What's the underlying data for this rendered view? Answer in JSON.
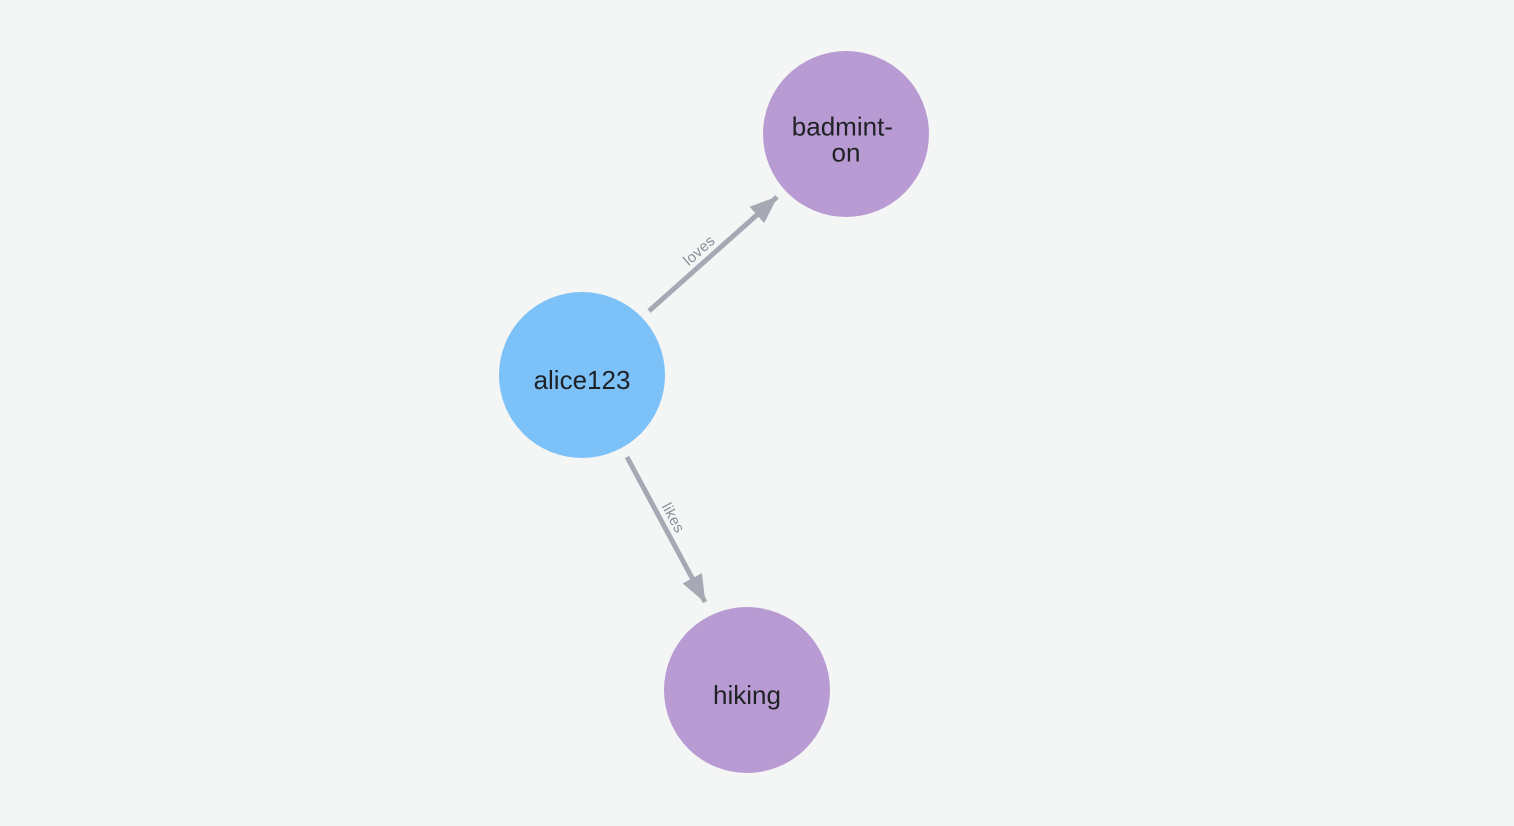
{
  "canvas": {
    "background": "#f4f5f5"
  },
  "colors": {
    "person_node": "#7cc1f8",
    "hobby_node": "#b89bd2",
    "edge": "#a6a9b3",
    "edge_label": "#8b8e99",
    "node_label": "#1f2124"
  },
  "graph": {
    "nodes": [
      {
        "id": "alice123",
        "label": "alice123",
        "display_lines": [
          "alice123"
        ],
        "type": "person",
        "color": "#7cc1f8"
      },
      {
        "id": "badminton",
        "label": "badminton",
        "display_lines": [
          "badmint-",
          "on"
        ],
        "type": "hobby",
        "color": "#b89bd2"
      },
      {
        "id": "hiking",
        "label": "hiking",
        "display_lines": [
          "hiking"
        ],
        "type": "hobby",
        "color": "#b89bd2"
      }
    ],
    "edges": [
      {
        "label": "loves",
        "from": "alice123",
        "to": "badminton"
      },
      {
        "label": "likes",
        "from": "alice123",
        "to": "hiking"
      }
    ]
  }
}
